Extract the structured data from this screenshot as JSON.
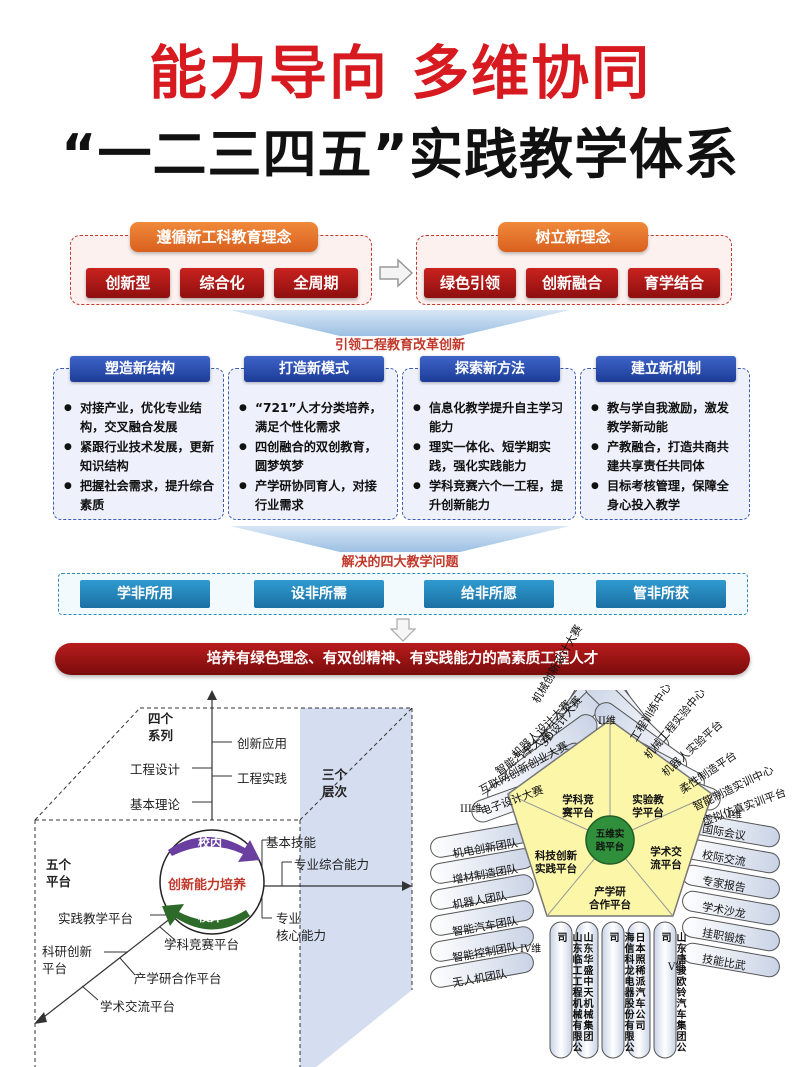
{
  "title": {
    "line1": "能力导向 多维协同",
    "line2": "“一二三四五”实践教学体系"
  },
  "top_left": {
    "tag": "遵循新工科教育理念",
    "items": [
      "创新型",
      "综合化",
      "全周期"
    ]
  },
  "top_right": {
    "tag": "树立新理念",
    "items": [
      "绿色引领",
      "创新融合",
      "育学结合"
    ]
  },
  "banner1": "引领工程教育改革创新",
  "columns": [
    {
      "tag": "塑造新结构",
      "items": [
        "对接产业，优化专业结构，交叉融合发展",
        "紧跟行业技术发展，更新知识结构",
        "把握社会需求，提升综合素质"
      ]
    },
    {
      "tag": "打造新模式",
      "items": [
        "“721”人才分类培养，满足个性化需求",
        "四创融合的双创教育，圆梦筑梦",
        "产学研协同育人，对接行业需求"
      ]
    },
    {
      "tag": "探索新方法",
      "items": [
        "信息化教学提升自主学习能力",
        "理实一体化、短学期实践，强化实践能力",
        "学科竞赛六个一工程，提升创新能力"
      ]
    },
    {
      "tag": "建立新机制",
      "items": [
        "教与学自我激励，激发教学新动能",
        "产教融合，打造共商共建共享责任共同体",
        "目标考核管理，保障全身心投入教学"
      ]
    }
  ],
  "banner2": "解决的四大教学问题",
  "problems": [
    "学非所用",
    "设非所需",
    "给非所愿",
    "管非所获"
  ],
  "goal": "培养有绿色理念、有双创精神、有实践能力的高素质工程人才",
  "cube": {
    "four_series": "四个\n系列",
    "series": [
      "创新应用",
      "工程设计",
      "工程实践",
      "基本理论"
    ],
    "three_levels": "三个\n层次",
    "levels": [
      "基本技能",
      "专业综合能力",
      "专业\n核心能力"
    ],
    "five_platforms": "五个\n平台",
    "platforms": [
      "实践教学平台",
      "科研创新\n平台",
      "学科竞赛平台",
      "产学研合作平台",
      "学术交流平台"
    ],
    "center": "创新能力培养",
    "inside": "校内",
    "outside": "校外"
  },
  "pentagon": {
    "center": "五维实\n践平台",
    "platforms": [
      "学科竞\n赛平台",
      "实验教\n学平台",
      "学术交\n流平台",
      "产学研\n合作平台",
      "科技创新\n实践平台"
    ],
    "dims": [
      "II维",
      "I维",
      "III维",
      "IV维",
      "V维"
    ],
    "dim2_items": [
      "机械创新设计大赛",
      "3D设计大赛",
      "机器人设计大赛",
      "智能汽车大赛",
      "互联网创新创业大赛",
      "电子设计大赛"
    ],
    "dim1_items": [
      "工程训练中心",
      "机械工程实验中心",
      "机器人实验平台",
      "柔性制造平台",
      "智能制造实训中心",
      "虚拟仿真实训平台"
    ],
    "dim3_items": [
      "机电创新团队",
      "增材制造团队",
      "机器人团队",
      "智能汽车团队",
      "智能控制团队",
      "无人机团队"
    ],
    "dim4_items": [
      "山东临工工程机械有限公司",
      "山东华盛中天机械集团",
      "海信科龙电器股份有限公司",
      "日本照稀派汽车公司",
      "山东唐骏欧铃汽车集团公司"
    ],
    "dim5_items": [
      "国际会议",
      "校际交流",
      "专家报告",
      "学术沙龙",
      "挂职锻炼",
      "技能比武"
    ]
  }
}
